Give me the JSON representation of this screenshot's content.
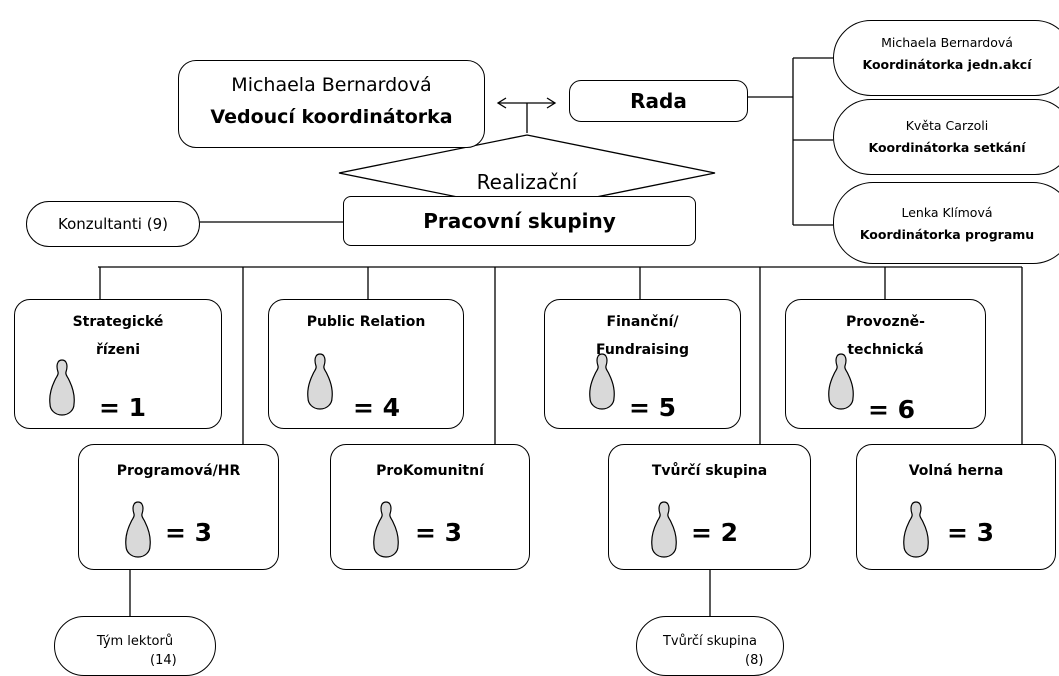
{
  "lead": {
    "name": "Michaela Bernardová",
    "role": "Vedoucí koordinátorka"
  },
  "rada": "Rada",
  "realizacni": "Realizační",
  "pracovni": "Pracovní skupiny",
  "konzultanti": "Konzultanti (9)",
  "coordinators": [
    {
      "name": "Michaela Bernardová",
      "role": "Koordinátorka jedn.akcí"
    },
    {
      "name": "Květa Carzoli",
      "role": "Koordinátorka setkání"
    },
    {
      "name": "Lenka Klímová",
      "role": "Koordinátorka programu"
    }
  ],
  "groups": [
    {
      "title1": "Strategické",
      "title2": "řízeni",
      "count": "= 1"
    },
    {
      "title1": "Public Relation",
      "title2": "",
      "count": "= 4"
    },
    {
      "title1": "Finanční/",
      "title2": "Fundraising",
      "count": "= 5"
    },
    {
      "title1": "Provozně-",
      "title2": "technická",
      "count": "= 6"
    },
    {
      "title1": "Programová/HR",
      "count": "= 3"
    },
    {
      "title1": "ProKomunitní",
      "count": "= 3"
    },
    {
      "title1": "Tvůrčí skupina",
      "count": "= 2"
    },
    {
      "title1": "Volná herna",
      "count": "= 3"
    }
  ],
  "sub": [
    {
      "label": "Tým  lektorů",
      "count": "(14)"
    },
    {
      "label": "Tvůrčí skupina",
      "count": "(8)"
    }
  ],
  "person_icon": "person-icon"
}
